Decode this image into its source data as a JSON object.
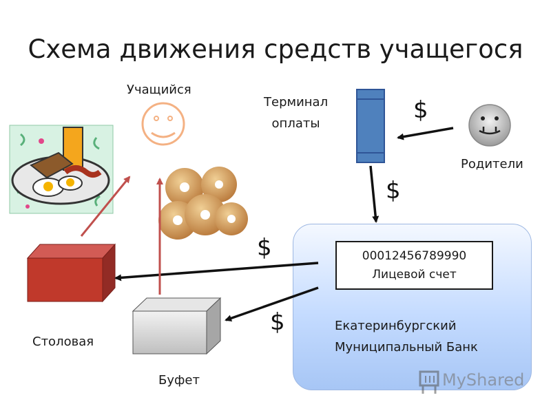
{
  "title": "Схема движения средств учащегося",
  "labels": {
    "student": "Учащийся",
    "terminal_line1": "Терминал",
    "terminal_line2": "оплаты",
    "parents": "Родители",
    "canteen": "Столовая",
    "buffet": "Буфет",
    "bank_line1": "Екатеринбургский",
    "bank_line2": "Муниципальный Банк"
  },
  "account": {
    "number": "00012456789990",
    "label": "Лицевой счет"
  },
  "currency_symbol": "$",
  "colors": {
    "arrow": "#111111",
    "student_arrow": "#c0504d",
    "terminal": "#4f81bd",
    "canteen": "#c0392b",
    "smiley": "#f4b183"
  },
  "watermark": "MyShared"
}
